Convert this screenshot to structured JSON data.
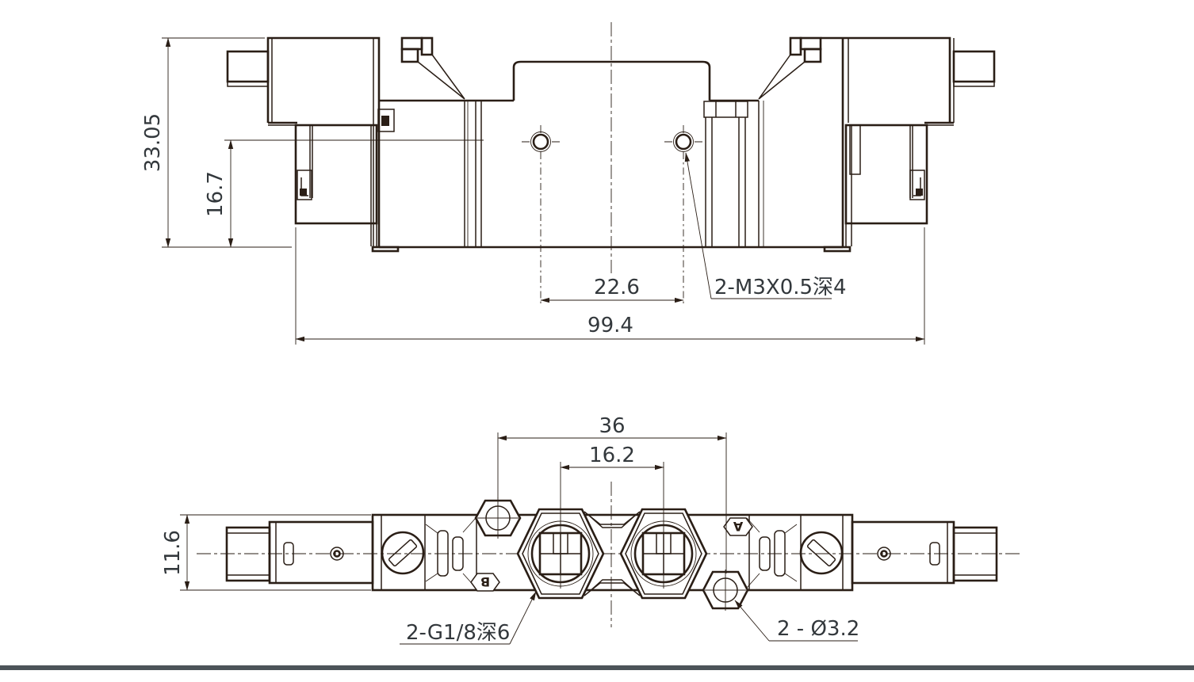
{
  "colors": {
    "line": "#2a1e16",
    "dim_text": "#33383c",
    "footer_bar": "#4c5459",
    "background": "#ffffff"
  },
  "drawing": {
    "type": "solenoid-valve-dimension-drawing",
    "top_view": {
      "height_total": "33.05",
      "height_to_mount": "16.7",
      "hole_pitch": "22.6",
      "overall_length": "99.4",
      "thread_callout": "2-M3X0.5深4"
    },
    "bottom_view": {
      "mount_hole_pitch": "36",
      "port_pitch": "16.2",
      "body_width": "11.6",
      "port_callout": "2-G1/8深6",
      "mount_hole_callout": "2 - Ø3.2",
      "port_a_label": "A",
      "port_b_label": "B"
    }
  }
}
